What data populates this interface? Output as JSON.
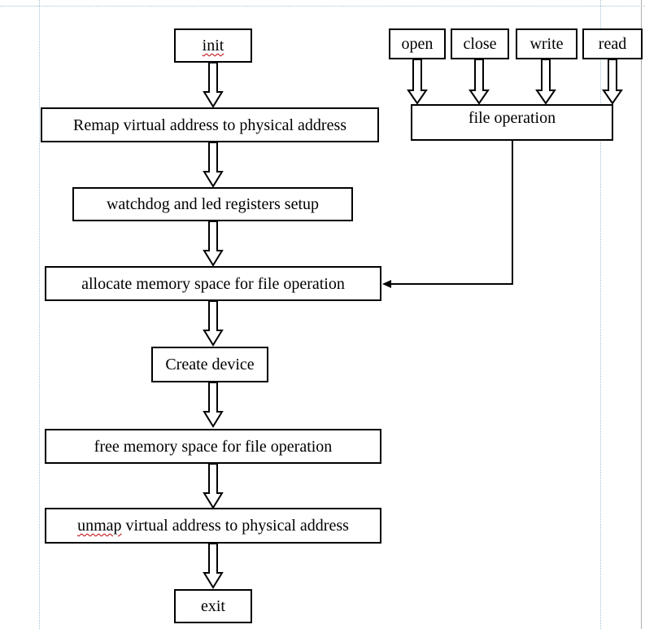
{
  "diagram": {
    "main_flow": {
      "init": "init",
      "remap": "Remap virtual address to physical address",
      "regsetup": "watchdog and led registers setup",
      "alloc": "allocate memory space for file operation",
      "create": "Create device",
      "free": "free memory space for file operation",
      "unmap_word": "unmap",
      "unmap_rest": " virtual address to physical address",
      "exit": "exit"
    },
    "file_ops": {
      "open": "open",
      "close": "close",
      "write": "write",
      "read": "read",
      "file_operation": "file operation"
    }
  },
  "colors": {
    "line": "#000000",
    "guide": "#9fc3cf",
    "spellcheck_underline": "#c00000"
  }
}
